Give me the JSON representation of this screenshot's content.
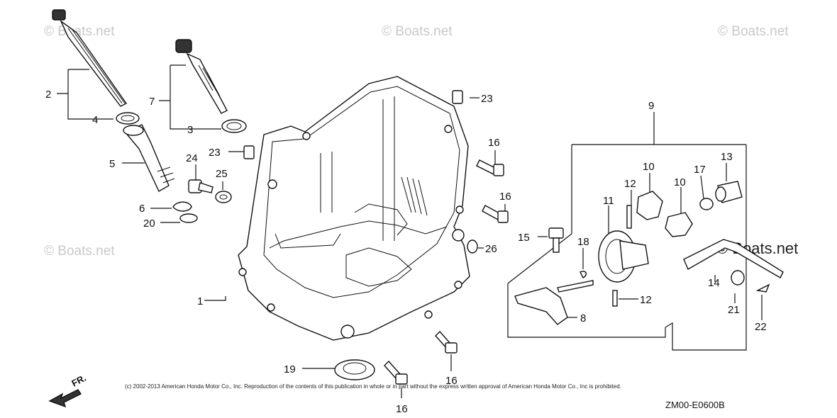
{
  "watermark": "© Boats.net",
  "watermark_corner": "© Boats.net",
  "copyright": "(c) 2002-2013 American Honda Motor Co., Inc. Reproduction of the contents of this publication in whole or in part without the express written approval of American Honda Motor Co., Inc is prohibited.",
  "diagram_code": "ZM00-E0600B",
  "front_label": "FR.",
  "callouts": {
    "c1": "1",
    "c2": "2",
    "c3": "3",
    "c4": "4",
    "c5": "5",
    "c6": "6",
    "c7": "7",
    "c8": "8",
    "c9": "9",
    "c10a": "10",
    "c10b": "10",
    "c11": "11",
    "c12a": "12",
    "c12b": "12",
    "c13": "13",
    "c14": "14",
    "c15": "15",
    "c16a": "16",
    "c16b": "16",
    "c16c": "16",
    "c16d": "16",
    "c17": "17",
    "c18": "18",
    "c19": "19",
    "c20": "20",
    "c21": "21",
    "c22": "22",
    "c23a": "23",
    "c23b": "23",
    "c24": "24",
    "c25": "25",
    "c26": "26"
  }
}
